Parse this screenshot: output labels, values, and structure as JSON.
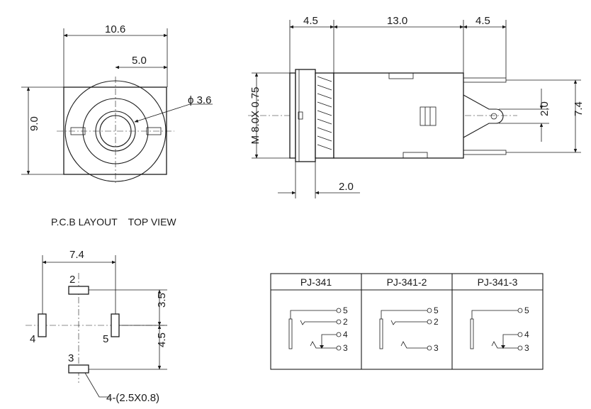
{
  "top_view": {
    "width_dim": "10.6",
    "half_dim": "5.0",
    "height_dim": "9.0",
    "hole_dim": "ϕ 3.6"
  },
  "side_view": {
    "dim_left": "4.5",
    "dim_mid": "13.0",
    "dim_right": "4.5",
    "thread_dim": "M 8.0X 0.75",
    "pin_dim": "2.0",
    "total_height_dim": "7.4",
    "nut_dim": "2.0"
  },
  "section_title": "P.C.B LAYOUT    TOP VIEW",
  "pcb": {
    "width_dim": "7.4",
    "upper_dim": "3.5",
    "lower_dim": "4.5",
    "pad_labels": [
      "2",
      "4",
      "5",
      "3"
    ],
    "pad_note": "4-(2.5X0.8)"
  },
  "table": {
    "headers": [
      "PJ-341",
      "PJ-341-2",
      "PJ-341-3"
    ],
    "schematics": [
      {
        "pins": [
          "5",
          "2",
          "4",
          "3"
        ]
      },
      {
        "pins": [
          "5",
          "2",
          "3"
        ]
      },
      {
        "pins": [
          "5",
          "4",
          "3"
        ]
      }
    ]
  }
}
